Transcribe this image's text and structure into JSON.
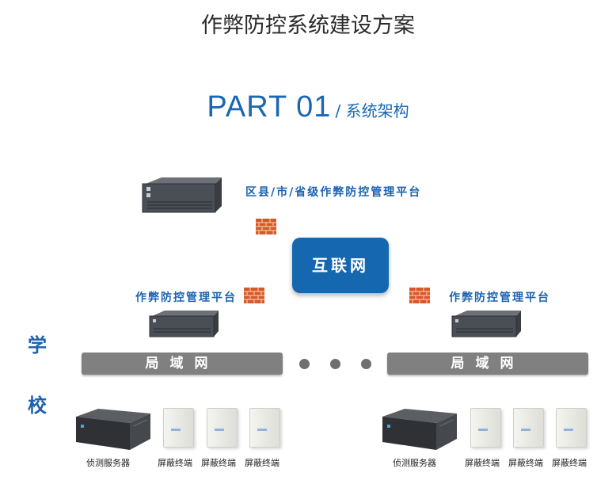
{
  "header": {
    "title": "作弊防控系统建设方案",
    "part_label": "PART 01",
    "part_subtitle": "/ 系统架构"
  },
  "diagram": {
    "top_platform_label": "区县/市/省级作弊防控管理平台",
    "internet_label": "互联网",
    "school_platform_label": "作弊防控管理平台",
    "lan_label": "局域网",
    "side_label_1": "学",
    "side_label_2": "校",
    "detect_server_label": "侦测服务器",
    "shield_terminal_label": "屏蔽终端",
    "colors": {
      "brand_blue": "#1567b0",
      "label_blue": "#1d63b0",
      "lan_gray": "#808080",
      "firewall_orange": "#d9572b"
    }
  }
}
